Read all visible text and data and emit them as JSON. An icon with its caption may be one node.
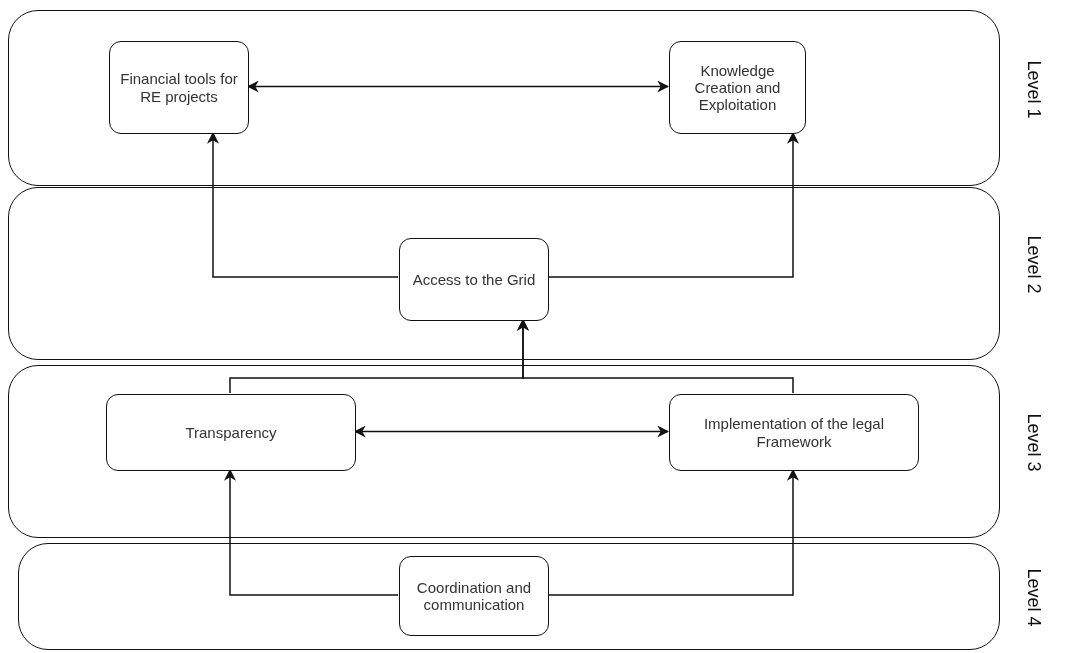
{
  "diagram": {
    "nodes": [
      {
        "text": [
          "Level 1"
        ]
      },
      {
        "text": [
          "Financial tools for RE projects"
        ],
        "in": 0
      },
      {
        "text": [
          "Knowledge Creation and Exploitation"
        ],
        "in": 0
      },
      {
        "text": [
          "Level 2"
        ]
      },
      {
        "text": [
          "Access to the Grid"
        ],
        "in": 3
      },
      {
        "text": [
          "Level 3"
        ]
      },
      {
        "text": [
          "Transparency"
        ],
        "in": 5
      },
      {
        "text": [
          "Implementation of the legal Framework"
        ],
        "in": 5
      },
      {
        "text": [
          "Level 4"
        ]
      },
      {
        "text": [
          "Coordination and communication"
        ],
        "in": 8
      }
    ],
    "edges": [
      {
        "from": 1,
        "to": 2,
        "arrow": "both"
      },
      {
        "from": 4,
        "to": 1,
        "arrow": "to"
      },
      {
        "from": 4,
        "to": 2,
        "arrow": "to"
      },
      {
        "from": 6,
        "to": 4,
        "arrow": "to"
      },
      {
        "from": 7,
        "to": 4,
        "arrow": "to"
      },
      {
        "from": 6,
        "to": 7,
        "arrow": "both"
      },
      {
        "from": 9,
        "to": 6,
        "arrow": "to"
      },
      {
        "from": 9,
        "to": 7,
        "arrow": "to"
      }
    ]
  }
}
